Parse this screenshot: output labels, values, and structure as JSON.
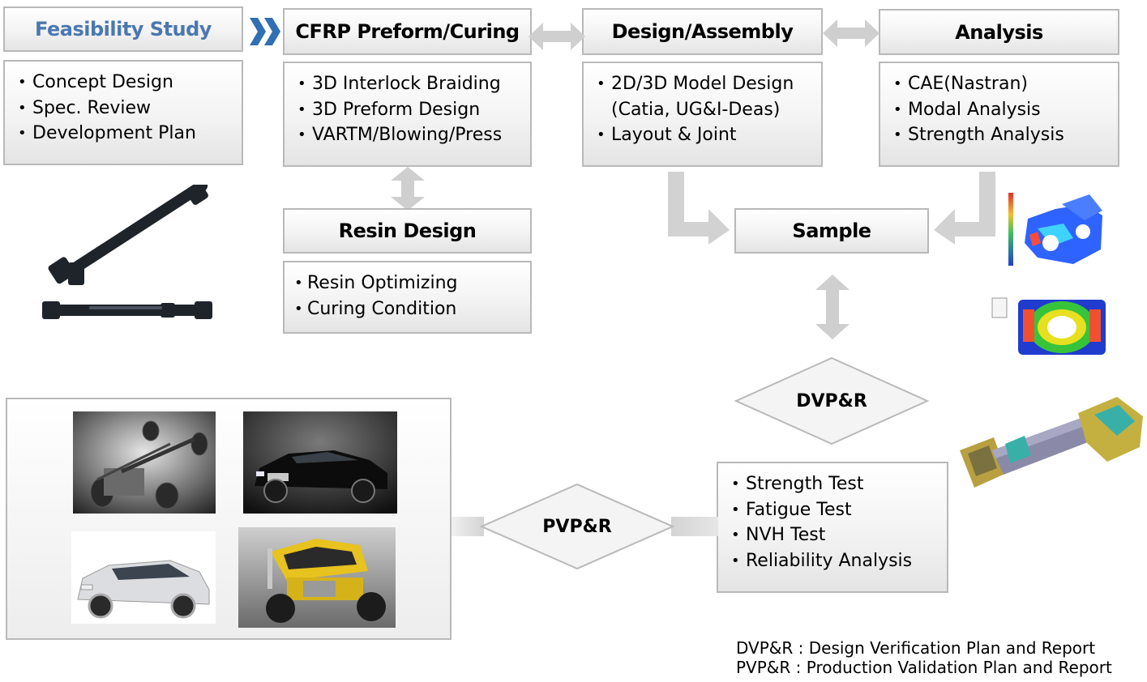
{
  "stages": {
    "feasibility": {
      "title": "Feasibility Study",
      "items": [
        "Concept Design",
        "Spec. Review",
        "Development Plan"
      ]
    },
    "cfrp": {
      "title": "CFRP Preform/Curing",
      "items": [
        "3D Interlock Braiding",
        "3D Preform Design",
        "VARTM/Blowing/Press"
      ]
    },
    "design": {
      "title": "Design/Assembly",
      "items": [
        "2D/3D Model Design",
        "(Catia, UG&I-Deas)",
        "Layout & Joint"
      ]
    },
    "analysis": {
      "title": "Analysis",
      "items": [
        "CAE(Nastran)",
        "Modal Analysis",
        "Strength Analysis"
      ]
    },
    "resin": {
      "title": "Resin Design",
      "items": [
        "Resin Optimizing",
        "Curing Condition"
      ]
    },
    "sample": {
      "title": "Sample"
    },
    "dvpr": {
      "title": "DVP&R",
      "items": [
        "Strength Test",
        "Fatigue Test",
        "NVH Test",
        "Reliability Analysis"
      ]
    },
    "pvpr": {
      "title": "PVP&R"
    }
  },
  "bullet": "•",
  "legend": {
    "line1": "DVP&R : Design Verification Plan and Report",
    "line2": "PVP&R : Production Validation Plan and Report"
  },
  "colors": {
    "feasibility_text": "#4a78b0",
    "chevron": "#2f6fb3",
    "arrow": "#cfcfcf",
    "box_border": "#b9b9b9"
  },
  "images": [
    "propeller-shaft-photo",
    "fea-bracket-stress-plot",
    "fea-flange-stress-plot",
    "shaft-assembly-mesh-model",
    "chassis-drivetrain-photo",
    "black-sedan-photo",
    "white-suv-photo",
    "yellow-truck-photo"
  ]
}
